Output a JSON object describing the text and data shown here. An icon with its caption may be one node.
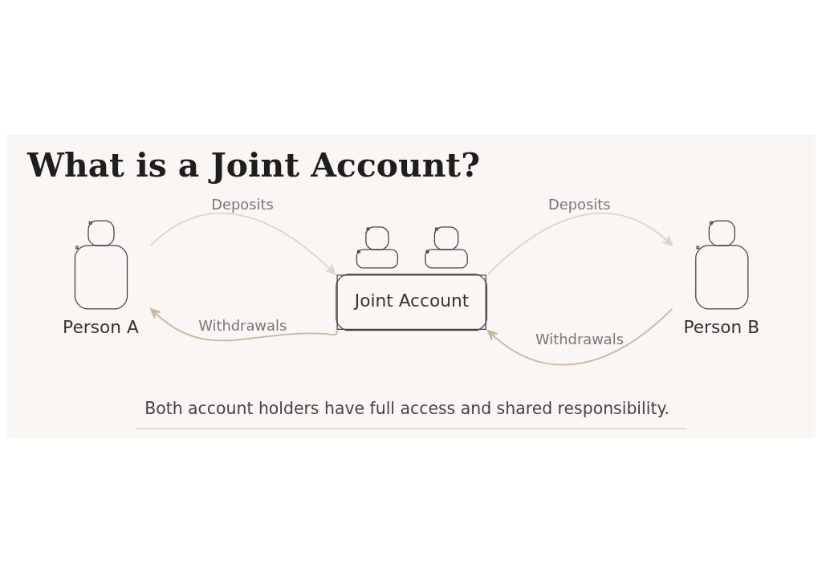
{
  "diagram": {
    "title": "What is a Joint Account?",
    "caption": "Both account holders have full access and shared responsibility.",
    "nodes": [
      {
        "text": [
          "Person A"
        ]
      },
      {
        "text": [
          "Joint Account"
        ]
      },
      {
        "text": [
          "Person B"
        ]
      }
    ],
    "edges": [
      {
        "from": 0,
        "to": 1,
        "arrow": "to",
        "label": "Deposits",
        "color": "#e0d3c6"
      },
      {
        "from": 1,
        "to": 0,
        "arrow": "to",
        "label": "Withdrawals",
        "color": "#cbb59c"
      },
      {
        "from": 1,
        "to": 2,
        "arrow": "to",
        "label": "Deposits",
        "color": "#e0d3c6"
      },
      {
        "from": 2,
        "to": 1,
        "arrow": "to",
        "label": "Withdrawals",
        "color": "#cbb59c"
      }
    ]
  }
}
